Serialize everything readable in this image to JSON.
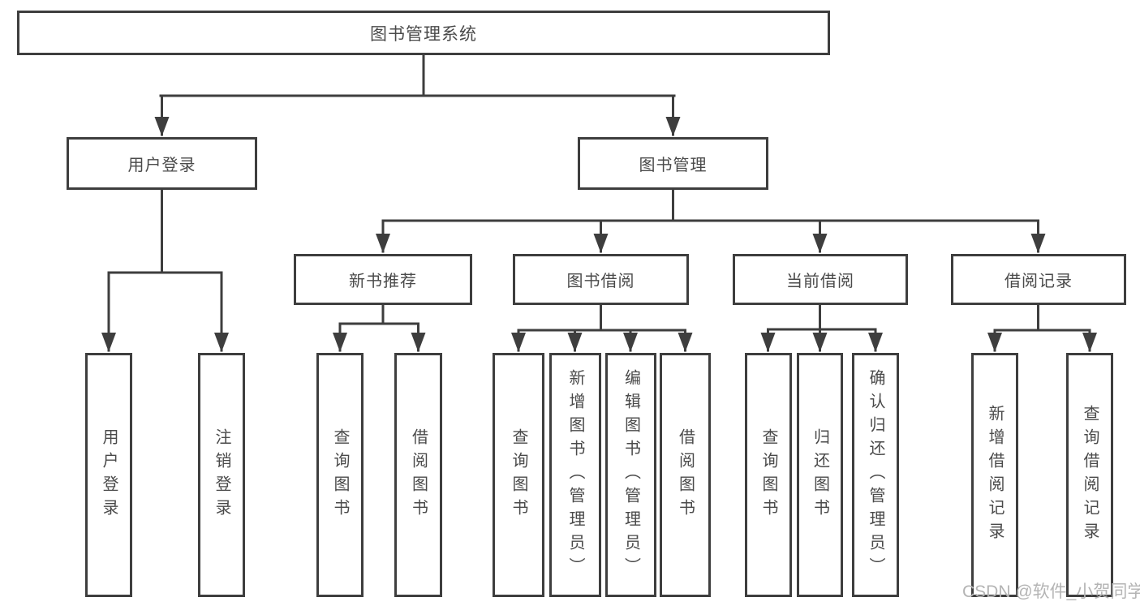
{
  "colors": {
    "line": "#3e3e3e",
    "box_border": "#3e3e3e",
    "box_bg": "#ffffff",
    "text": "#4a4a4a",
    "watermark": "#b4b4b4"
  },
  "watermark": "CSDN @软件_小贺同学",
  "root": {
    "label": "图书管理系统"
  },
  "branches": [
    {
      "label": "用户登录",
      "children": [
        {
          "label": "用户登录"
        },
        {
          "label": "注销登录"
        }
      ]
    },
    {
      "label": "图书管理",
      "groups": [
        {
          "label": "新书推荐",
          "children": [
            {
              "label": "查询图书"
            },
            {
              "label": "借阅图书"
            }
          ]
        },
        {
          "label": "图书借阅",
          "children": [
            {
              "label": "查询图书"
            },
            {
              "label": "新增图书（管理员）"
            },
            {
              "label": "编辑图书（管理员）"
            },
            {
              "label": "借阅图书"
            }
          ]
        },
        {
          "label": "当前借阅",
          "children": [
            {
              "label": "查询图书"
            },
            {
              "label": "归还图书"
            },
            {
              "label": "确认归还（管理员）"
            }
          ]
        },
        {
          "label": "借阅记录",
          "children": [
            {
              "label": "新增借阅记录"
            },
            {
              "label": "查询借阅记录"
            }
          ]
        }
      ]
    }
  ]
}
